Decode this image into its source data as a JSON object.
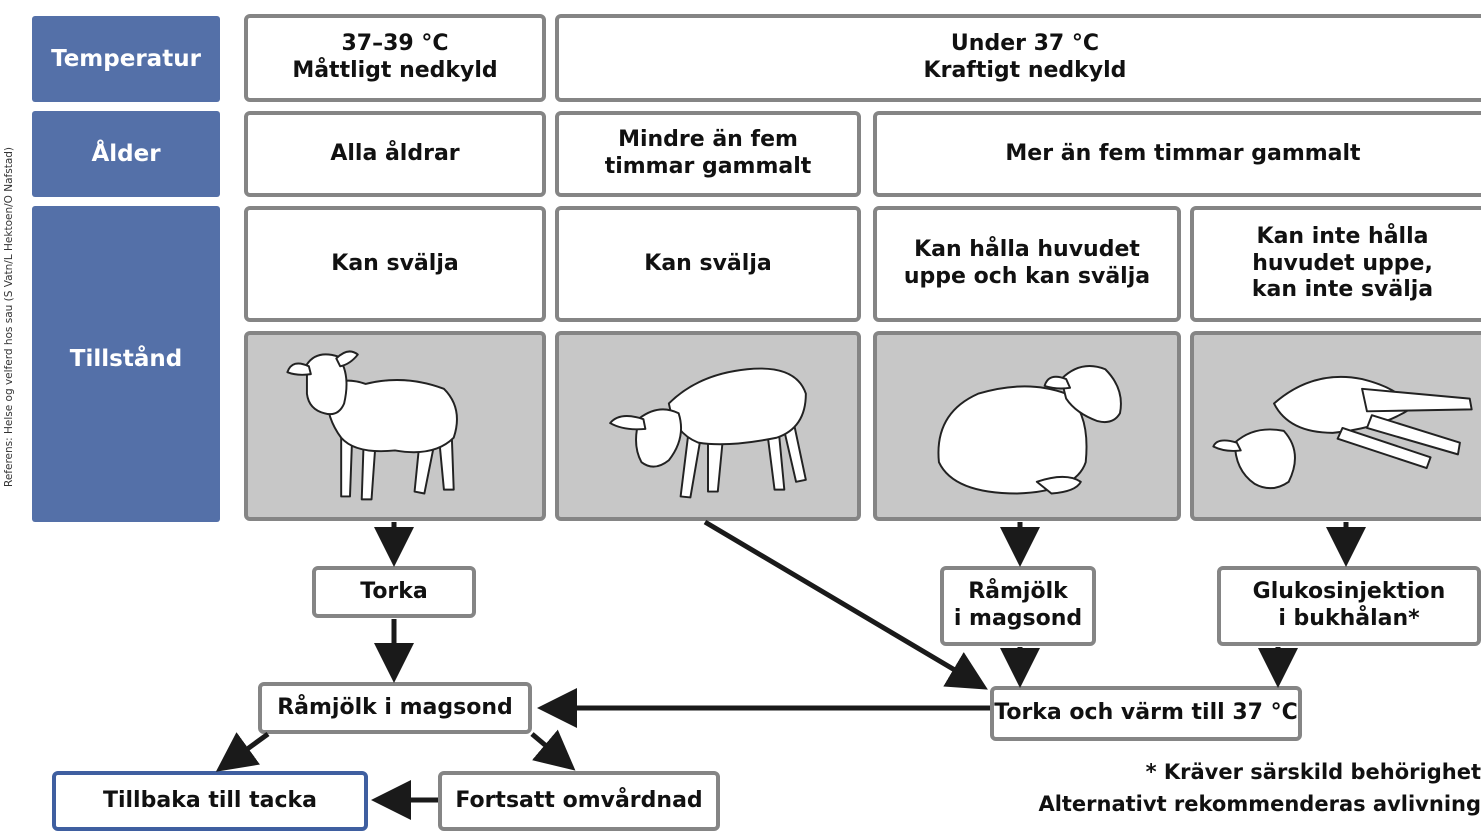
{
  "reference": "Referens: Helse og velferd hos sau (S Vatn/L Hektoen/O Nafstad)",
  "headers": {
    "temperatur": "Temperatur",
    "alder": "Ålder",
    "tillstand": "Tillstånd"
  },
  "temperature": {
    "mild_line1": "37–39 °C",
    "mild_line2": "Måttligt nedkyld",
    "severe_line1": "Under 37 °C",
    "severe_line2": "Kraftigt nedkyld"
  },
  "age": {
    "all": "Alla åldrar",
    "under5_line1": "Mindre än fem",
    "under5_line2": "timmar gammalt",
    "over5": "Mer än fem timmar gammalt"
  },
  "condition": {
    "c1": "Kan svälja",
    "c2": "Kan svälja",
    "c3_line1": "Kan hålla huvudet",
    "c3_line2": "uppe och kan svälja",
    "c4_line1": "Kan inte hålla",
    "c4_line2": "huvudet uppe,",
    "c4_line3": "kan inte svälja"
  },
  "actions": {
    "torka": "Torka",
    "ramjolk_sond_line1": "Råmjölk",
    "ramjolk_sond_line2": "i magsond",
    "glukos_line1": "Glukosinjektion",
    "glukos_line2": "i bukhålan*",
    "ramjolk_i_magsond": "Råmjölk i magsond",
    "torka_varm": "Torka och värm till 37 °C",
    "tillbaka": "Tillbaka till tacka",
    "fortsatt": "Fortsatt omvårdnad"
  },
  "footnote": {
    "line1": "* Kräver särskild behörighet",
    "line2": "Alternativt rekommenderas avlivning"
  },
  "colors": {
    "header_blue": "#5470a8",
    "box_border": "#858585",
    "photo_bg": "#c7c7c7",
    "arrow": "#1a1a1a"
  }
}
